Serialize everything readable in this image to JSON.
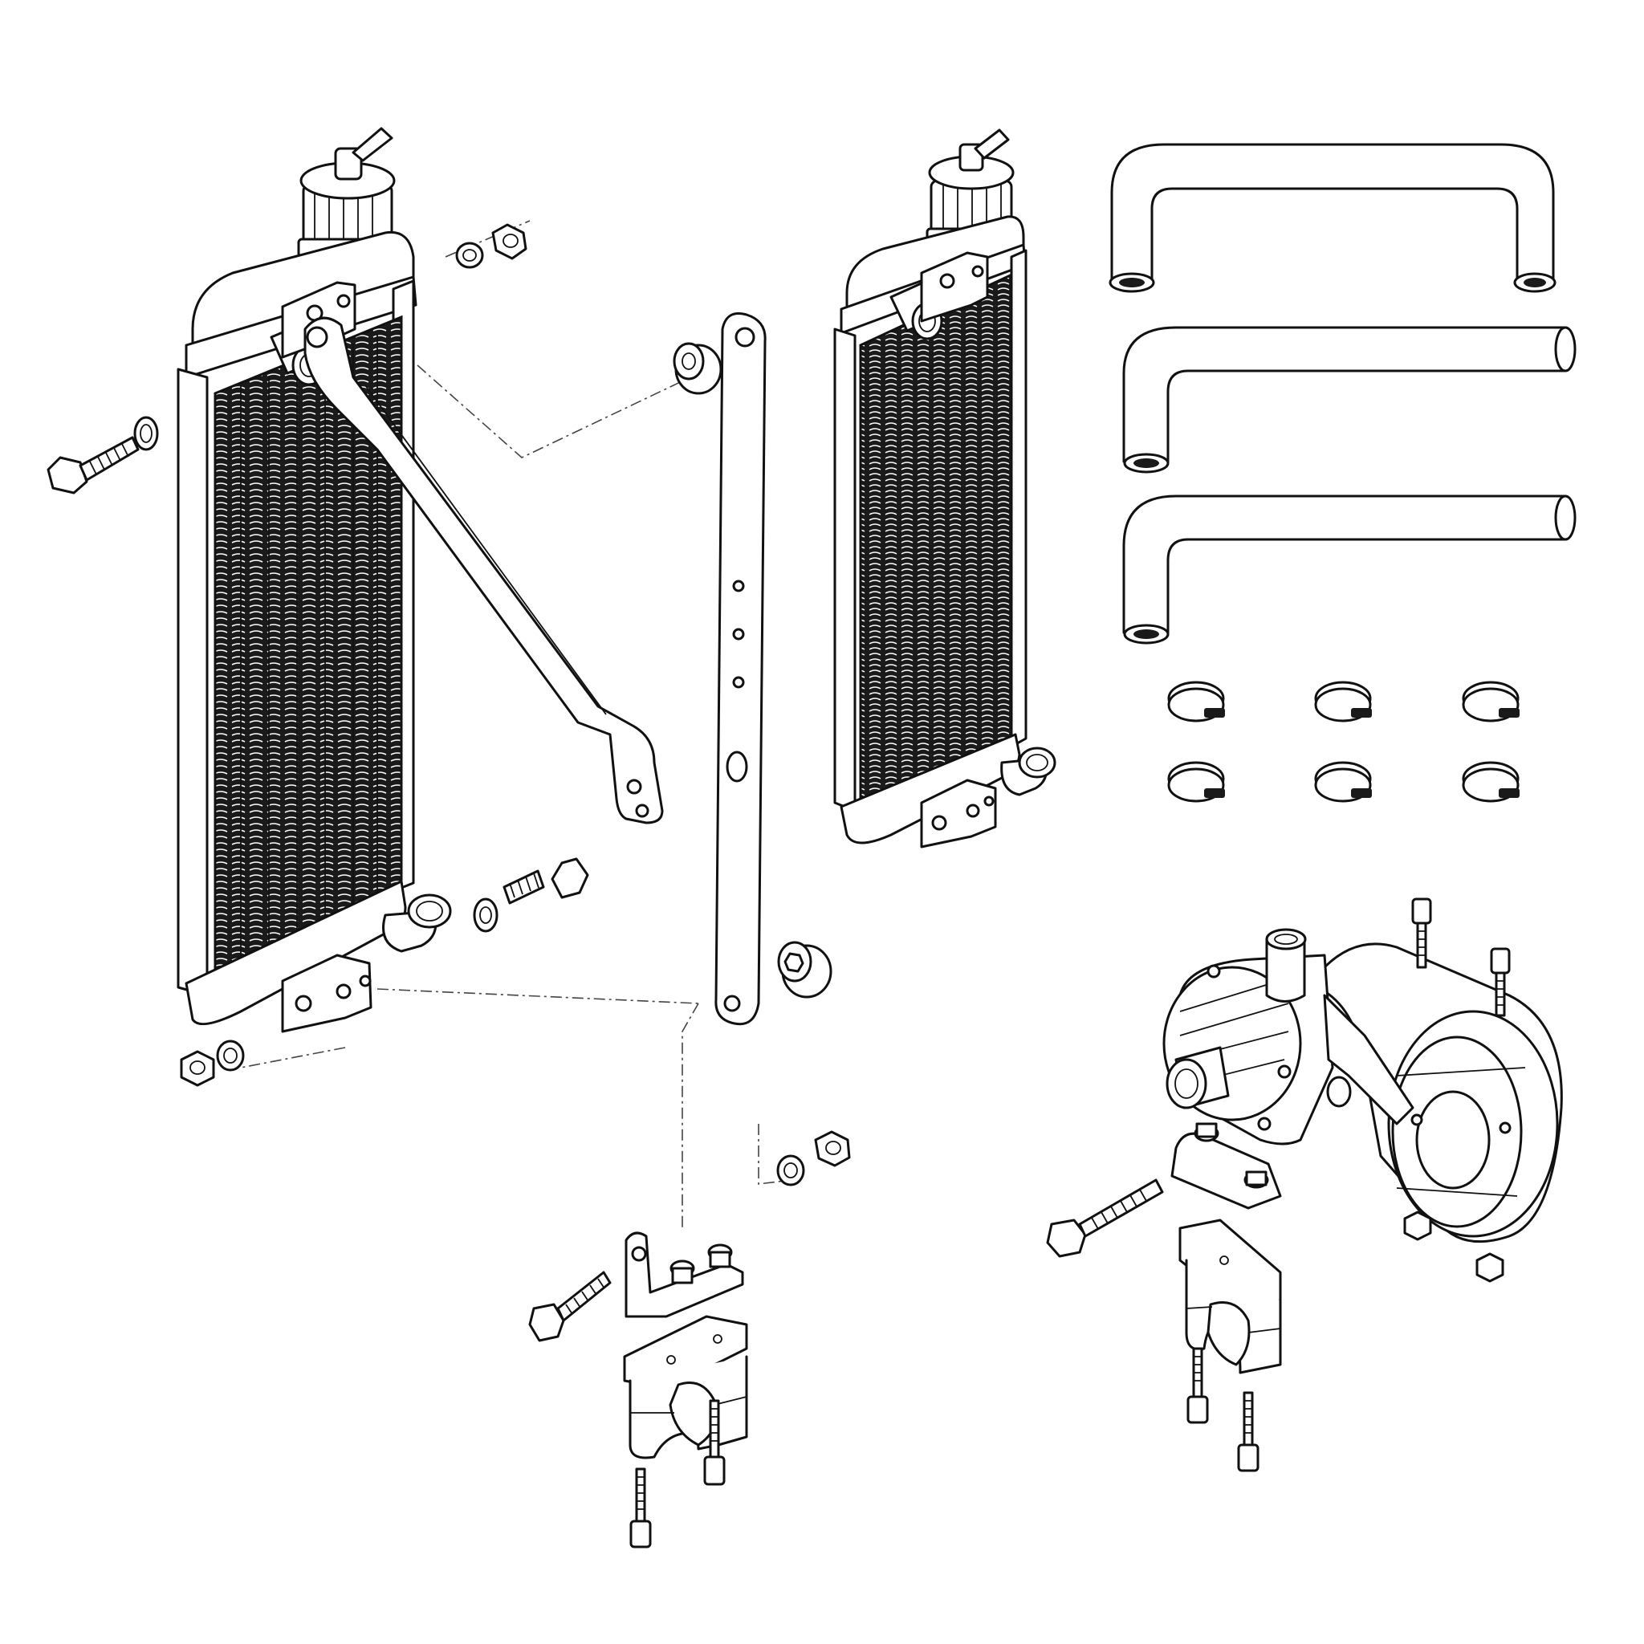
{
  "colors": {
    "line": "#111111",
    "background": "#ffffff",
    "core": "#1a1a1a"
  },
  "parts": {
    "left_radiator": "radiator",
    "right_radiator": "radiator",
    "support_strut": "support-strut",
    "vertical_bracket": "vertical-bracket",
    "hoses": [
      "u-hose",
      "l-hose",
      "l-hose"
    ],
    "hose_clamps": 6,
    "water_pump": "water-pump-assembly",
    "frame_clamps": 2
  }
}
